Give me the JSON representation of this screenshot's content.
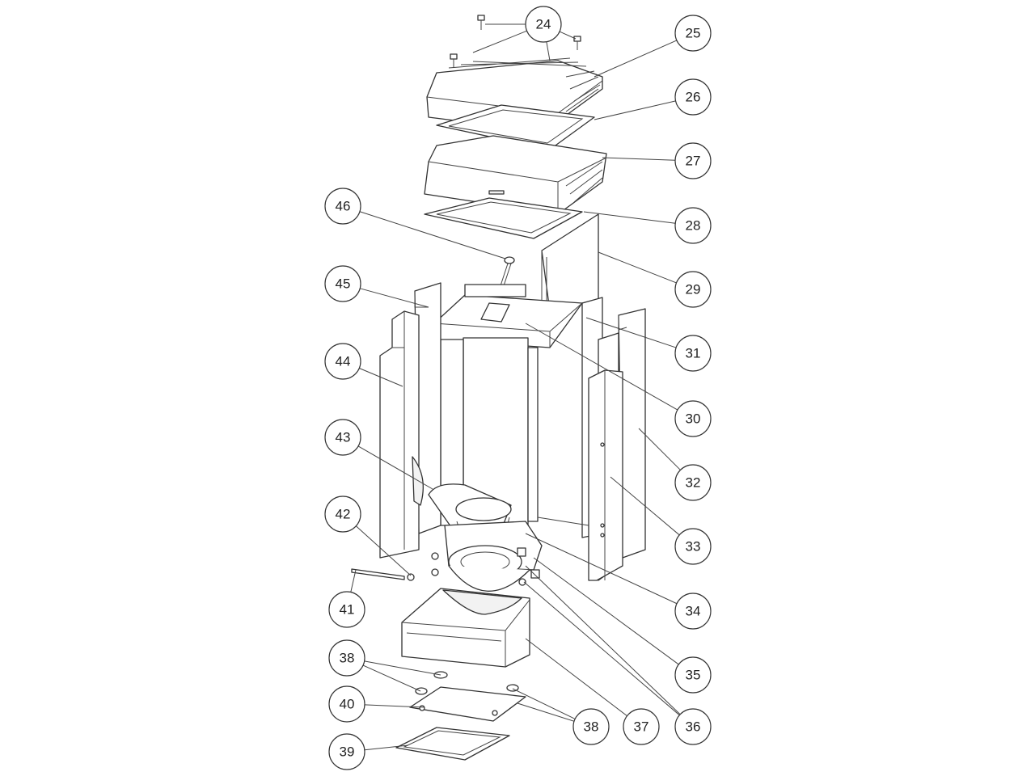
{
  "diagram": {
    "type": "exploded-parts-view",
    "callouts": [
      "24",
      "25",
      "26",
      "27",
      "28",
      "29",
      "31",
      "30",
      "32",
      "33",
      "34",
      "35",
      "36",
      "37",
      "38",
      "38",
      "40",
      "39",
      "41",
      "42",
      "43",
      "44",
      "45",
      "46"
    ]
  }
}
